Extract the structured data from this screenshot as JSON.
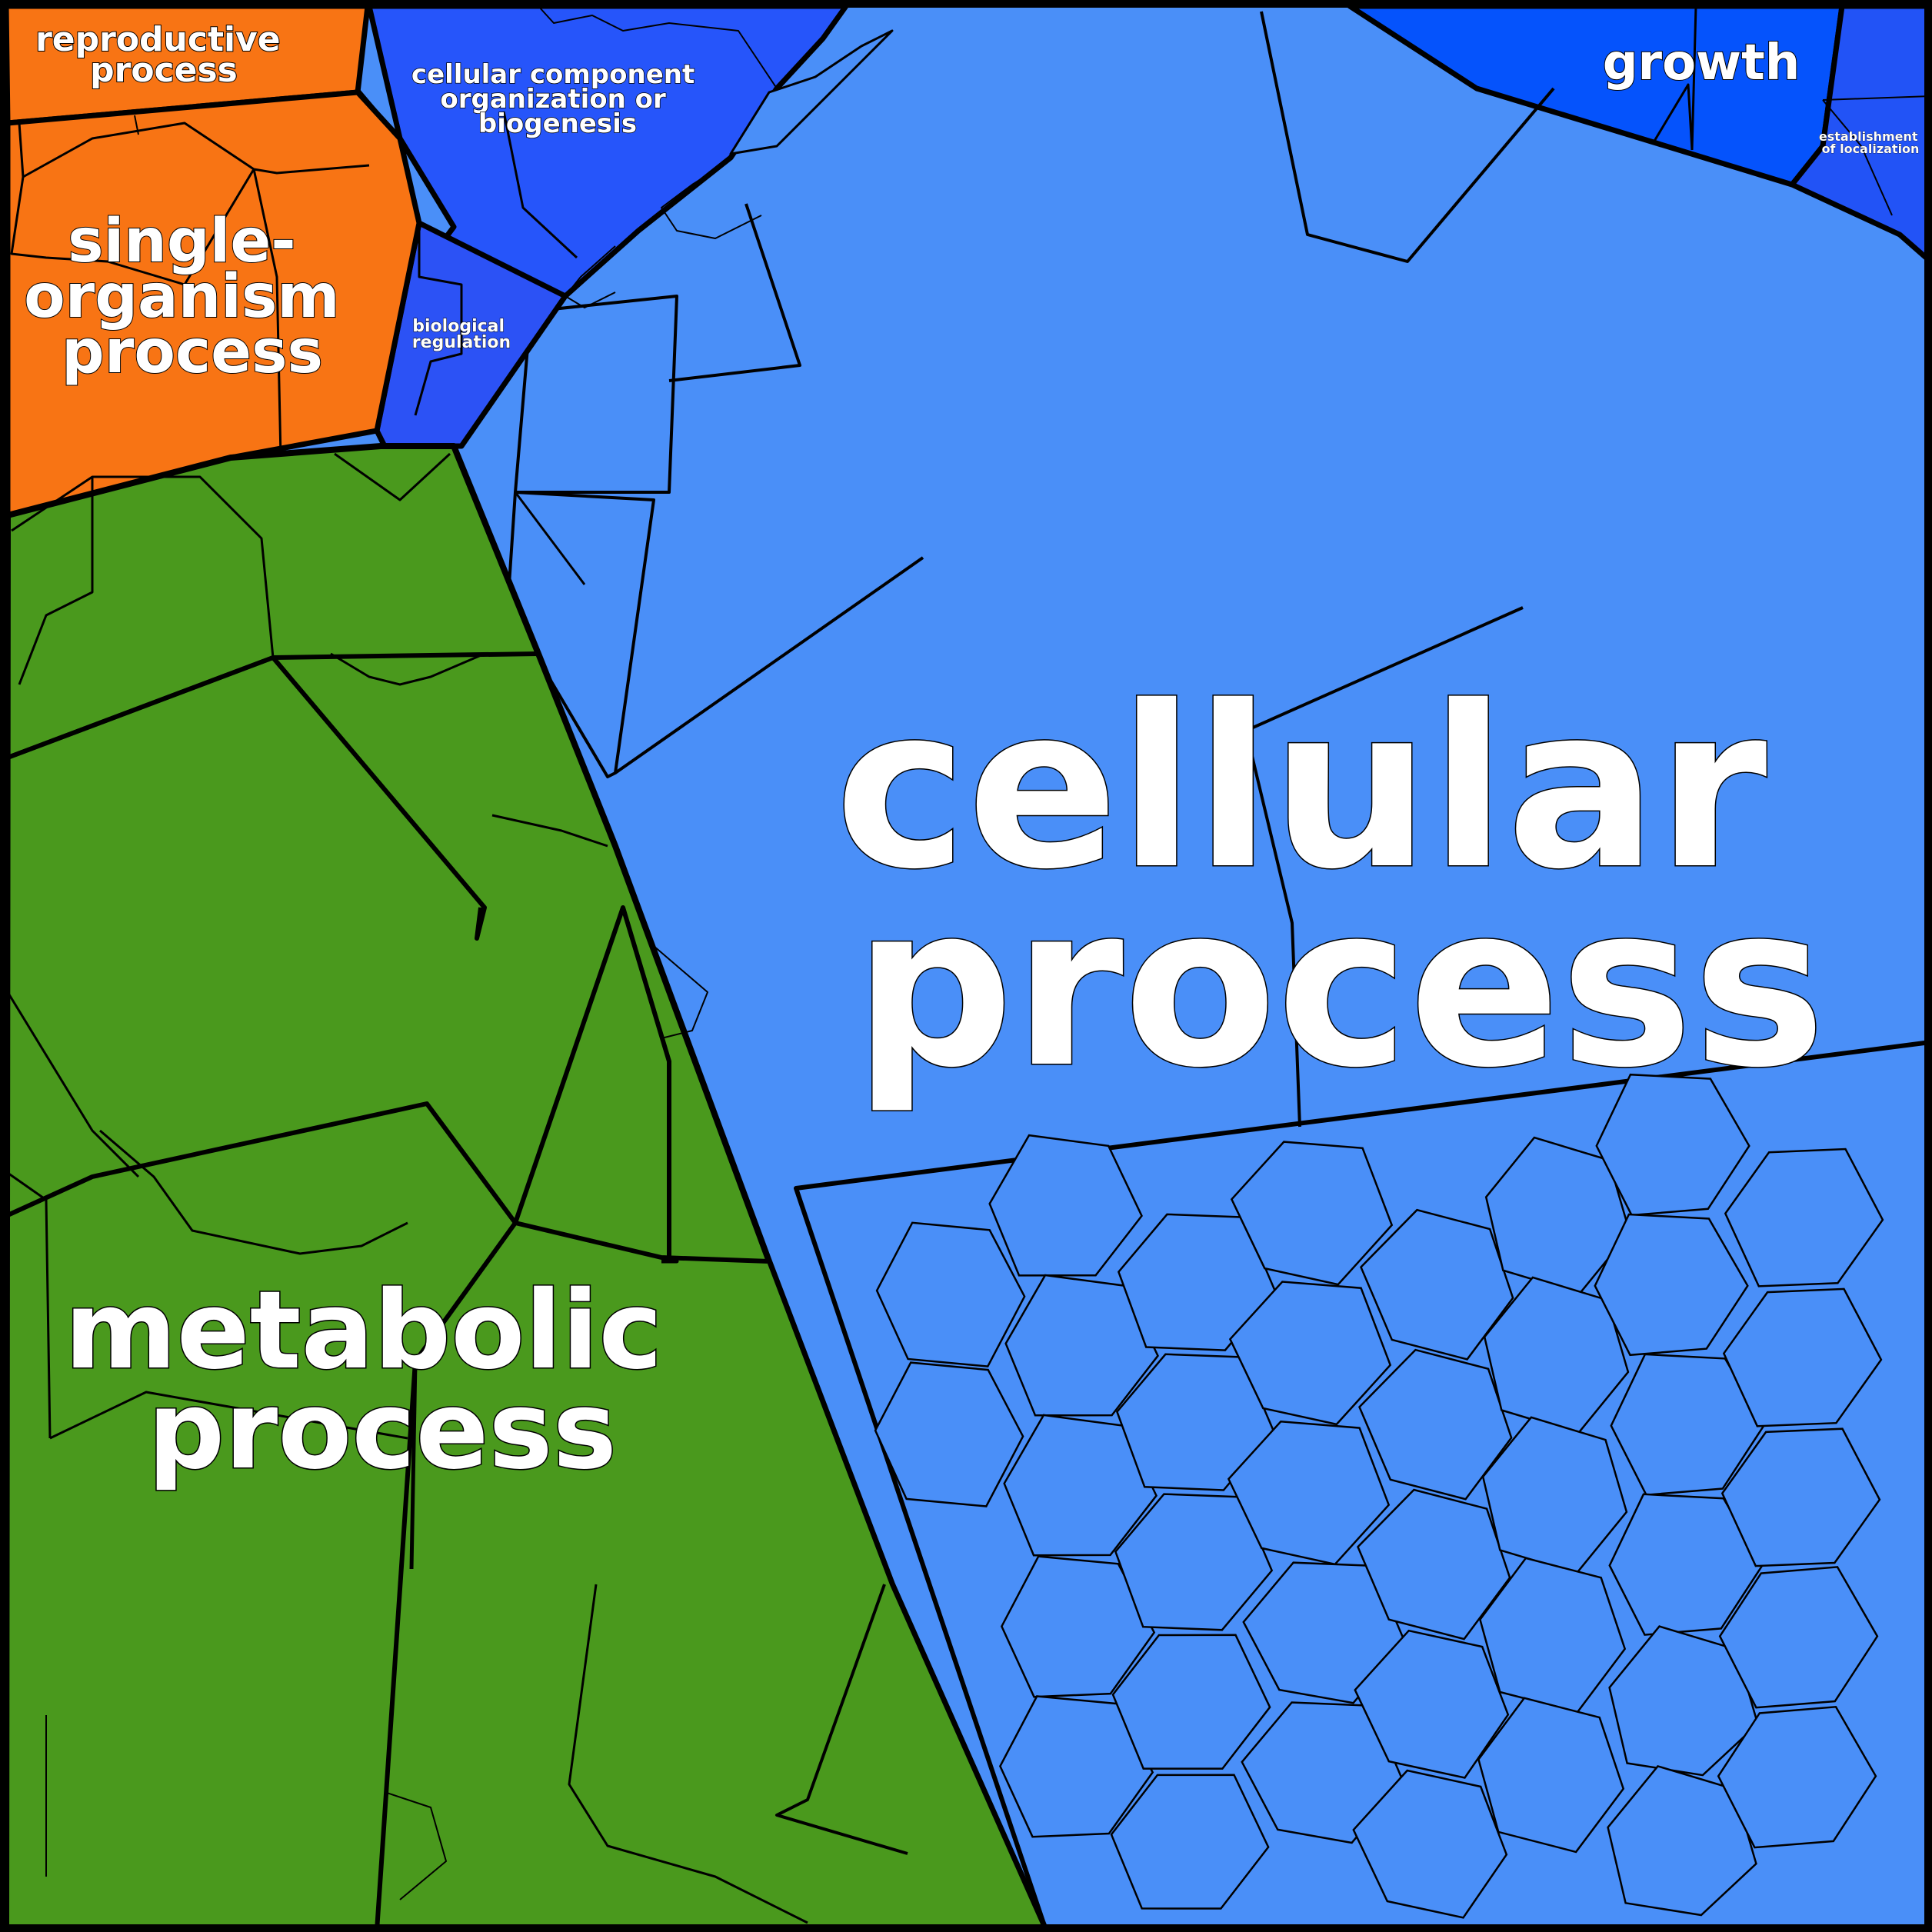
{
  "diagram": {
    "type": "voronoi-treemap",
    "colors": {
      "metabolic": "#4a991d",
      "single_organism": "#f87414",
      "cellular": "#4a8ff8",
      "cellular_component": "#2655fa",
      "biological_regulation": "#2c52f5",
      "growth": "#0553fc",
      "establishment": "#2253f6",
      "outline": "#000000"
    },
    "regions": [
      {
        "id": "reproductive",
        "label_lines": [
          "reproductive",
          "process"
        ]
      },
      {
        "id": "single_organism",
        "label_lines": [
          "single-",
          "organism",
          "process"
        ]
      },
      {
        "id": "cellular_component",
        "label_lines": [
          "cellular component",
          "organization or",
          "biogenesis"
        ]
      },
      {
        "id": "biological_regulation",
        "label_lines": [
          "biological",
          "regulation"
        ]
      },
      {
        "id": "growth",
        "label_lines": [
          "growth"
        ]
      },
      {
        "id": "establishment",
        "label_lines": [
          "establishment",
          "of localization"
        ]
      },
      {
        "id": "cellular",
        "label_lines": [
          "cellular",
          "process"
        ]
      },
      {
        "id": "metabolic",
        "label_lines": [
          "metabolic",
          "process"
        ]
      }
    ]
  }
}
